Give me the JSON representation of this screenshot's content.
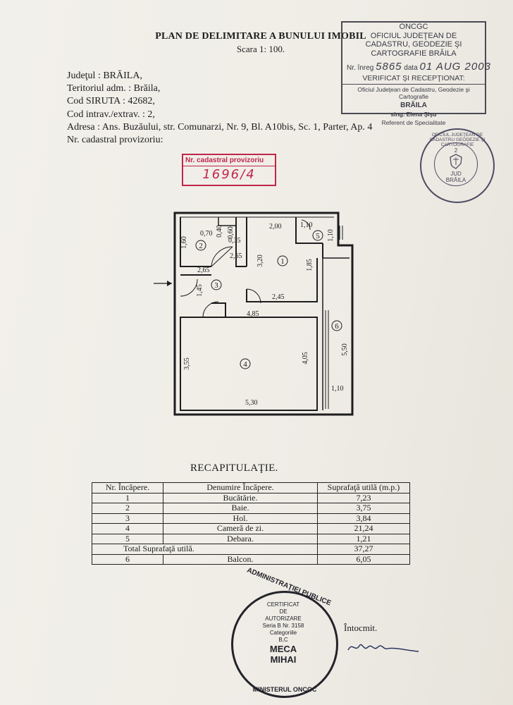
{
  "header": {
    "title": "PLAN DE DELIMITARE A BUNULUI IMOBIL",
    "scale": "Scara 1: 100."
  },
  "info": {
    "judet": "Judeţul : BRĂILA,",
    "teritoriu": "Teritoriul adm. : Brăila,",
    "siruta": "Cod SIRUTA : 42682,",
    "intravilan": "Cod intrav./extrav. : 2,",
    "adresa": "Adresa : Ans. Buzăului, str. Comunarzi, Nr. 9, Bl. A10bis, Sc. 1, Parter, Ap. 4",
    "nr_cadastral": "Nr. cadastral provizoriu:"
  },
  "red_stamp": {
    "label": "Nr. cadastral provizoriu",
    "value": "1696/4"
  },
  "oncgc_stamp": {
    "lines": [
      "ONCGC",
      "OFICIUL JUDEŢEAN DE",
      "CADASTRU, GEODEZIE ŞI",
      "CARTOGRAFIE BRĂILA"
    ],
    "reg_label": "Nr. înreg",
    "reg_number": "5865",
    "date_label": "data",
    "date": "01 AUG 2003",
    "verified": "VERIFICAT ŞI RECEPŢIONAT:",
    "office": "Oficiul Judeţean de Cadastru, Geodezie şi Cartografie",
    "city": "BRĂILA",
    "person": "sing. Elena Şişu",
    "role": "Referent de Specialitate"
  },
  "round_seal_1": {
    "ring": "OFICIUL JUDEŢEAN DE CADASTRU GEODEZIE ŞI CARTOGRAFIE",
    "center": [
      "2",
      "JUD",
      "BRĂILA"
    ]
  },
  "floor_plan": {
    "rooms": [
      {
        "id": "1",
        "label": "1"
      },
      {
        "id": "2",
        "label": "2"
      },
      {
        "id": "3",
        "label": "3"
      },
      {
        "id": "4",
        "label": "4"
      },
      {
        "id": "5",
        "label": "5"
      },
      {
        "id": "6",
        "label": "6"
      }
    ],
    "dimensions": [
      "1,60",
      "0,70",
      "0,40",
      "0,60",
      "0,35",
      "2,65",
      "2,00",
      "1,10",
      "1,10",
      "3,20",
      "1,85",
      "2,65",
      "1,45",
      "2,45",
      "4,85",
      "3,55",
      "4,05",
      "5,50",
      "1,10",
      "5,30"
    ]
  },
  "recap": {
    "title": "RECAPITULAŢIE.",
    "headers": [
      "Nr. Încăpere.",
      "Denumire Încăpere.",
      "Suprafaţă utilă (m.p.)"
    ],
    "rows": [
      {
        "nr": "1",
        "name": "Bucătărie.",
        "area": "7,23"
      },
      {
        "nr": "2",
        "name": "Baie.",
        "area": "3,75"
      },
      {
        "nr": "3",
        "name": "Hol.",
        "area": "3,84"
      },
      {
        "nr": "4",
        "name": "Cameră de zi.",
        "area": "21,24"
      },
      {
        "nr": "5",
        "name": "Debara.",
        "area": "1,21"
      }
    ],
    "total_label": "Total Suprafaţă utilă.",
    "total_value": "37,27",
    "balcony": {
      "nr": "6",
      "name": "Balcon.",
      "area": "6,05"
    }
  },
  "authorization_seal": {
    "ring_top": "ADMINISTRAŢIEI PUBLICE",
    "ring_bottom": "MINISTERUL ONCGC",
    "lines": [
      "CERTIFICAT",
      "DE",
      "AUTORIZARE",
      "Seria B Nr. 3158",
      "Categoriile",
      "B,C"
    ],
    "name1": "MECA",
    "name2": "MIHAI"
  },
  "footer": {
    "intocmit": "Întocmit."
  }
}
